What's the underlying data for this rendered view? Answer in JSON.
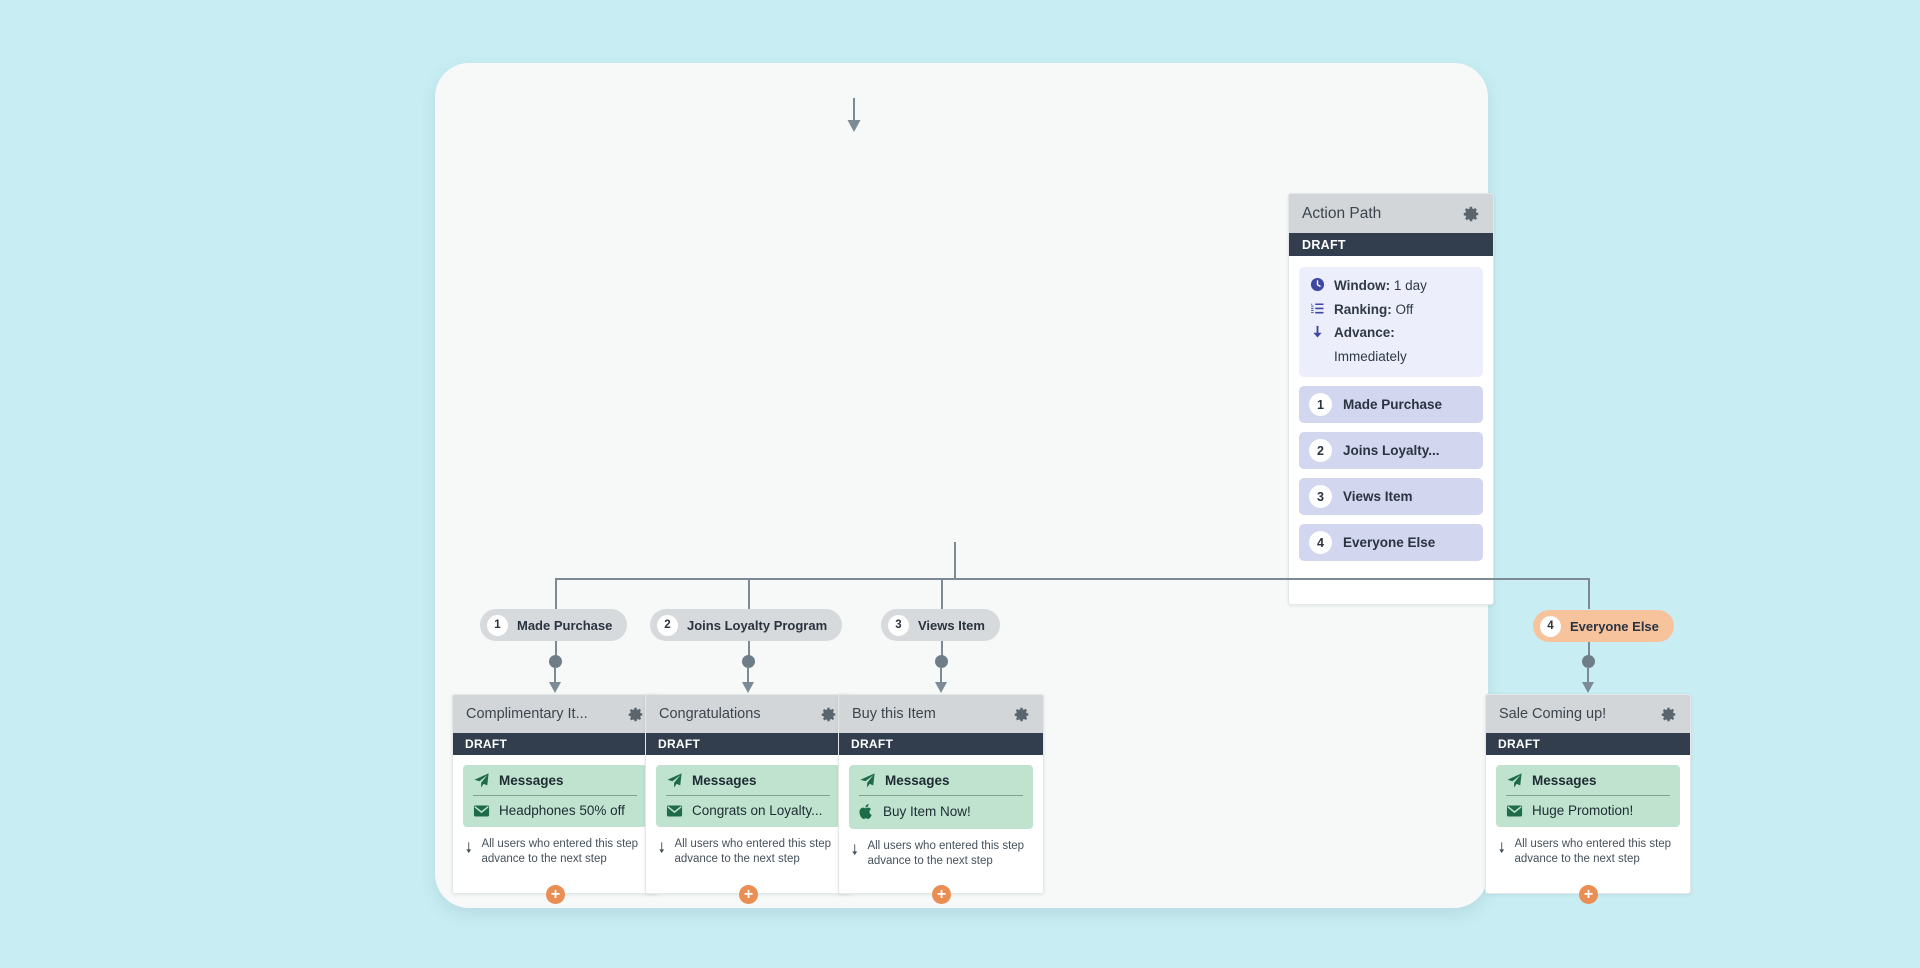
{
  "theme": {
    "page_background": "#c8eef4",
    "canvas_background": "#f7f9f8",
    "card_header": "#d2d6d8",
    "draft_banner": "#323e4d",
    "info_box": "#eceefb",
    "step_chip": "#d3d6ef",
    "pill_default": "#d7dadc",
    "pill_accent": "#f6c39c",
    "message_box": "#bfe3cf",
    "connector": "#7b8a95",
    "add_button": "#ea8f53",
    "indigo_icon": "#3d49a0",
    "green_icon": "#1e6b4a"
  },
  "main_card": {
    "title": "Action Path",
    "status": "DRAFT",
    "gear_icon": "gear-icon",
    "settings": [
      {
        "icon": "clock-icon",
        "label": "Window:",
        "value": "1 day"
      },
      {
        "icon": "ranking-icon",
        "label": "Ranking:",
        "value": "Off"
      },
      {
        "icon": "arrow-down-icon",
        "label": "Advance:",
        "value": "Immediately"
      }
    ],
    "steps": [
      {
        "number": "1",
        "label": "Made Purchase"
      },
      {
        "number": "2",
        "label": "Joins Loyalty..."
      },
      {
        "number": "3",
        "label": "Views Item"
      },
      {
        "number": "4",
        "label": "Everyone Else"
      }
    ]
  },
  "branches": [
    {
      "pill": {
        "number": "1",
        "label": "Made Purchase",
        "accent": false
      },
      "card": {
        "title": "Complimentary It...",
        "status": "DRAFT",
        "messages_label": "Messages",
        "messages_icon": "paper-plane-icon",
        "item_icon": "envelope-icon",
        "item_label": "Headphones 50% off",
        "advance_text": "All users who entered this step advance to the next step",
        "add_label": "+"
      }
    },
    {
      "pill": {
        "number": "2",
        "label": "Joins Loyalty Program",
        "accent": false
      },
      "card": {
        "title": "Congratulations",
        "status": "DRAFT",
        "messages_label": "Messages",
        "messages_icon": "paper-plane-icon",
        "item_icon": "envelope-icon",
        "item_label": "Congrats on Loyalty...",
        "advance_text": "All users who entered this step advance to the next step",
        "add_label": "+"
      }
    },
    {
      "pill": {
        "number": "3",
        "label": "Views Item",
        "accent": false
      },
      "card": {
        "title": "Buy this Item",
        "status": "DRAFT",
        "messages_label": "Messages",
        "messages_icon": "paper-plane-icon",
        "item_icon": "apple-icon",
        "item_label": "Buy Item Now!",
        "advance_text": "All users who entered this step advance to the next step",
        "add_label": "+"
      }
    },
    {
      "pill": {
        "number": "4",
        "label": "Everyone Else",
        "accent": true
      },
      "card": {
        "title": "Sale Coming up!",
        "status": "DRAFT",
        "messages_label": "Messages",
        "messages_icon": "paper-plane-icon",
        "item_icon": "envelope-icon",
        "item_label": "Huge Promotion!",
        "advance_text": "All users who entered this step advance to the next step",
        "add_label": "+"
      }
    }
  ]
}
